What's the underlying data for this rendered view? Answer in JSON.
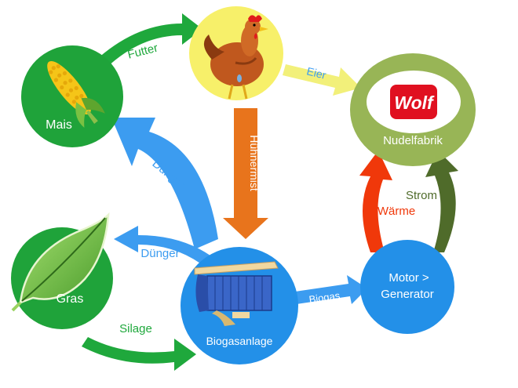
{
  "nodes": {
    "mais": "Mais",
    "gras": "Gras",
    "huhn": "",
    "nudelfabrik": "Nudelfabrik",
    "logo": "Wolf",
    "biogasanlage": "Biogasanlage",
    "motor_line1": "Motor >",
    "motor_line2": "Generator"
  },
  "arrows": {
    "futter": "Futter",
    "eier": "Eier",
    "huehnermist": "Hühnermist",
    "duenger_mais": "Dünger",
    "duenger_gras": "Dünger",
    "silage": "Silage",
    "biogas": "Biogas",
    "waerme": "Wärme",
    "strom": "Strom"
  },
  "colors": {
    "green_node": "#1fa33a",
    "blue_node": "#2390e8",
    "yellow_node": "#f7f06a",
    "olive_node": "#98b556",
    "green_arrow": "#1fa83c",
    "blue_arrow": "#3c9cf0",
    "orange_arrow": "#e8741c",
    "yellow_arrow": "#f2f07a",
    "red_arrow": "#f0380a",
    "darkgreen_arrow": "#4f6b2a",
    "logo_red": "#e01020"
  },
  "icons": [
    "corn-icon",
    "leaf-icon",
    "chicken-icon",
    "biogas-building-icon",
    "wolf-logo"
  ]
}
